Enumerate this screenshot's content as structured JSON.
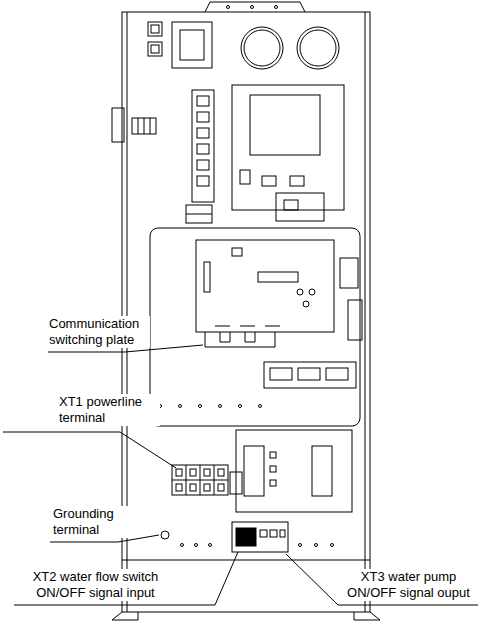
{
  "diagram": {
    "labels": [
      "Communication switching plate",
      "XT1 powerline terminal",
      "Grounding terminal",
      "XT2 water flow switch ON/OFF signal input",
      "XT3 water pump ON/OFF signal ouput"
    ]
  }
}
